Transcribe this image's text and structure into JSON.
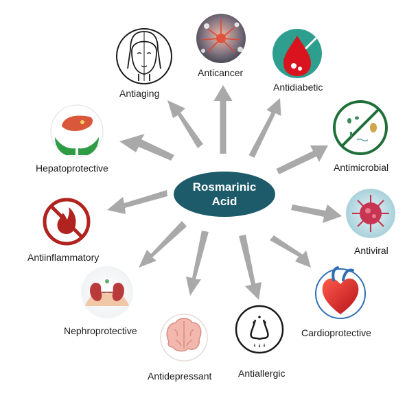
{
  "center": {
    "line1": "Rosmarinic",
    "line2": "Acid"
  },
  "colors": {
    "center_fill": "#1d5b6b",
    "arrow": "#a9a9a9",
    "text": "#1a1a1a"
  },
  "nodes": [
    {
      "id": "anticancer",
      "label": "Anticancer",
      "icon": "cancer-cell-icon"
    },
    {
      "id": "antidiabetic",
      "label": "Antidiabetic",
      "icon": "blood-drop-icon"
    },
    {
      "id": "antimicrobial",
      "label": "Antimicrobial",
      "icon": "no-microbes-icon"
    },
    {
      "id": "antiviral",
      "label": "Antiviral",
      "icon": "virus-icon"
    },
    {
      "id": "cardioprotective",
      "label": "Cardioprotective",
      "icon": "heart-icon"
    },
    {
      "id": "antiallergic",
      "label": "Antiallergic",
      "icon": "nose-allergy-icon"
    },
    {
      "id": "antidepressant",
      "label": "Antidepressant",
      "icon": "brain-icon"
    },
    {
      "id": "nephroprotective",
      "label": "Nephroprotective",
      "icon": "kidneys-icon"
    },
    {
      "id": "antiinflammatory",
      "label": "Antiinflammatory",
      "icon": "no-fire-icon"
    },
    {
      "id": "hepatoprotective",
      "label": "Hepatoprotective",
      "icon": "liver-hands-icon"
    },
    {
      "id": "antiaging",
      "label": "Antiaging",
      "icon": "face-icon"
    }
  ]
}
